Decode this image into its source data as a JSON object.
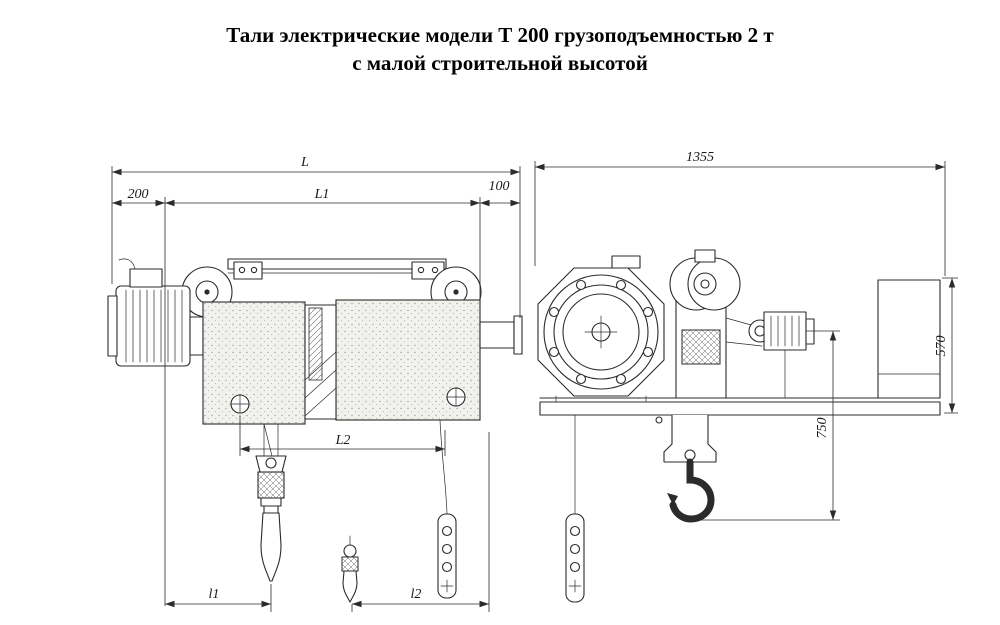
{
  "title": {
    "line1": "Тали электрические модели Т 200 грузоподъемностью 2 т",
    "line2": "с малой строительной высотой"
  },
  "front_view": {
    "dims": {
      "L": "L",
      "d200": "200",
      "L1": "L1",
      "d100": "100",
      "L2": "L2",
      "l1": "l1",
      "l2": "l2"
    }
  },
  "side_view": {
    "dims": {
      "d1355": "1355",
      "d570": "570",
      "d750": "750"
    }
  }
}
